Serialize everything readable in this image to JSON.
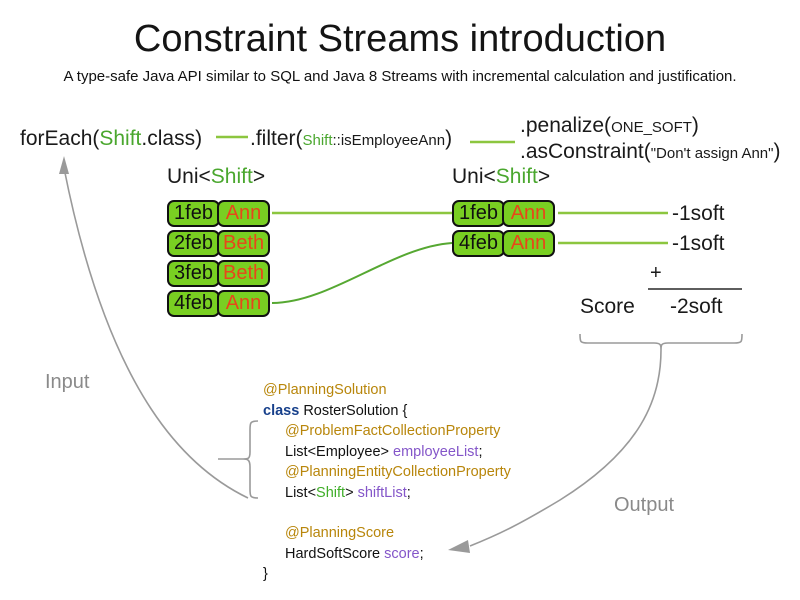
{
  "header": {
    "title": "Constraint Streams introduction",
    "subtitle": "A type-safe Java API similar to SQL and Java 8 Streams with incremental calculation and justification."
  },
  "stream": {
    "for_each": {
      "prefix": "forEach(",
      "type": "Shift",
      "suffix": ".class)"
    },
    "filter": {
      "prefix": ".filter(",
      "type": "Shift",
      "method": "::isEmployeeAnn",
      "suffix": ")"
    },
    "penalize": {
      "prefix": ".penalize(",
      "arg": "ONE_SOFT",
      "suffix": ")"
    },
    "as_constraint": {
      "prefix": ".asConstraint(",
      "arg": "\"Don't assign Ann\"",
      "suffix": ")"
    }
  },
  "streams": {
    "left": {
      "label_prefix": "Uni<",
      "label_type": "Shift",
      "label_suffix": ">",
      "tuples": [
        {
          "date": "1feb",
          "employee": "Ann"
        },
        {
          "date": "2feb",
          "employee": "Beth"
        },
        {
          "date": "3feb",
          "employee": "Beth"
        },
        {
          "date": "4feb",
          "employee": "Ann"
        }
      ]
    },
    "right": {
      "label_prefix": "Uni<",
      "label_type": "Shift",
      "label_suffix": ">",
      "tuples": [
        {
          "date": "1feb",
          "employee": "Ann"
        },
        {
          "date": "4feb",
          "employee": "Ann"
        }
      ]
    }
  },
  "score": {
    "items": [
      "-1soft",
      "-1soft"
    ],
    "operator": "+",
    "label": "Score",
    "total": "-2soft"
  },
  "captions": {
    "input": "Input",
    "output": "Output"
  },
  "code": {
    "line1_annotation": "@PlanningSolution",
    "line2_keyword": "class",
    "line2_rest": " RosterSolution {",
    "line3_annotation": "@ProblemFactCollectionProperty",
    "line4_type": "List<Employee> ",
    "line4_field": "employeeList",
    "line4_semi": ";",
    "line5_annotation": "@PlanningEntityCollectionProperty",
    "line6_type_prefix": "List<",
    "line6_type_green": "Shift",
    "line6_type_suffix": "> ",
    "line6_field": "shiftList",
    "line6_semi": ";",
    "line7_annotation": "@PlanningScore",
    "line8_type": "HardSoftScore ",
    "line8_field": "score",
    "line8_semi": ";",
    "line9_close": "}"
  },
  "colors": {
    "tuple_fill": "#79cf22",
    "tuple_border": "#111111",
    "employee_text": "#e8471a",
    "type_green": "#4aa72e",
    "wire_green": "#8cc63f",
    "annotation": "#b8860b",
    "keyword": "#17408b",
    "field": "#8456c9",
    "caption_gray": "#8a8a8a"
  }
}
